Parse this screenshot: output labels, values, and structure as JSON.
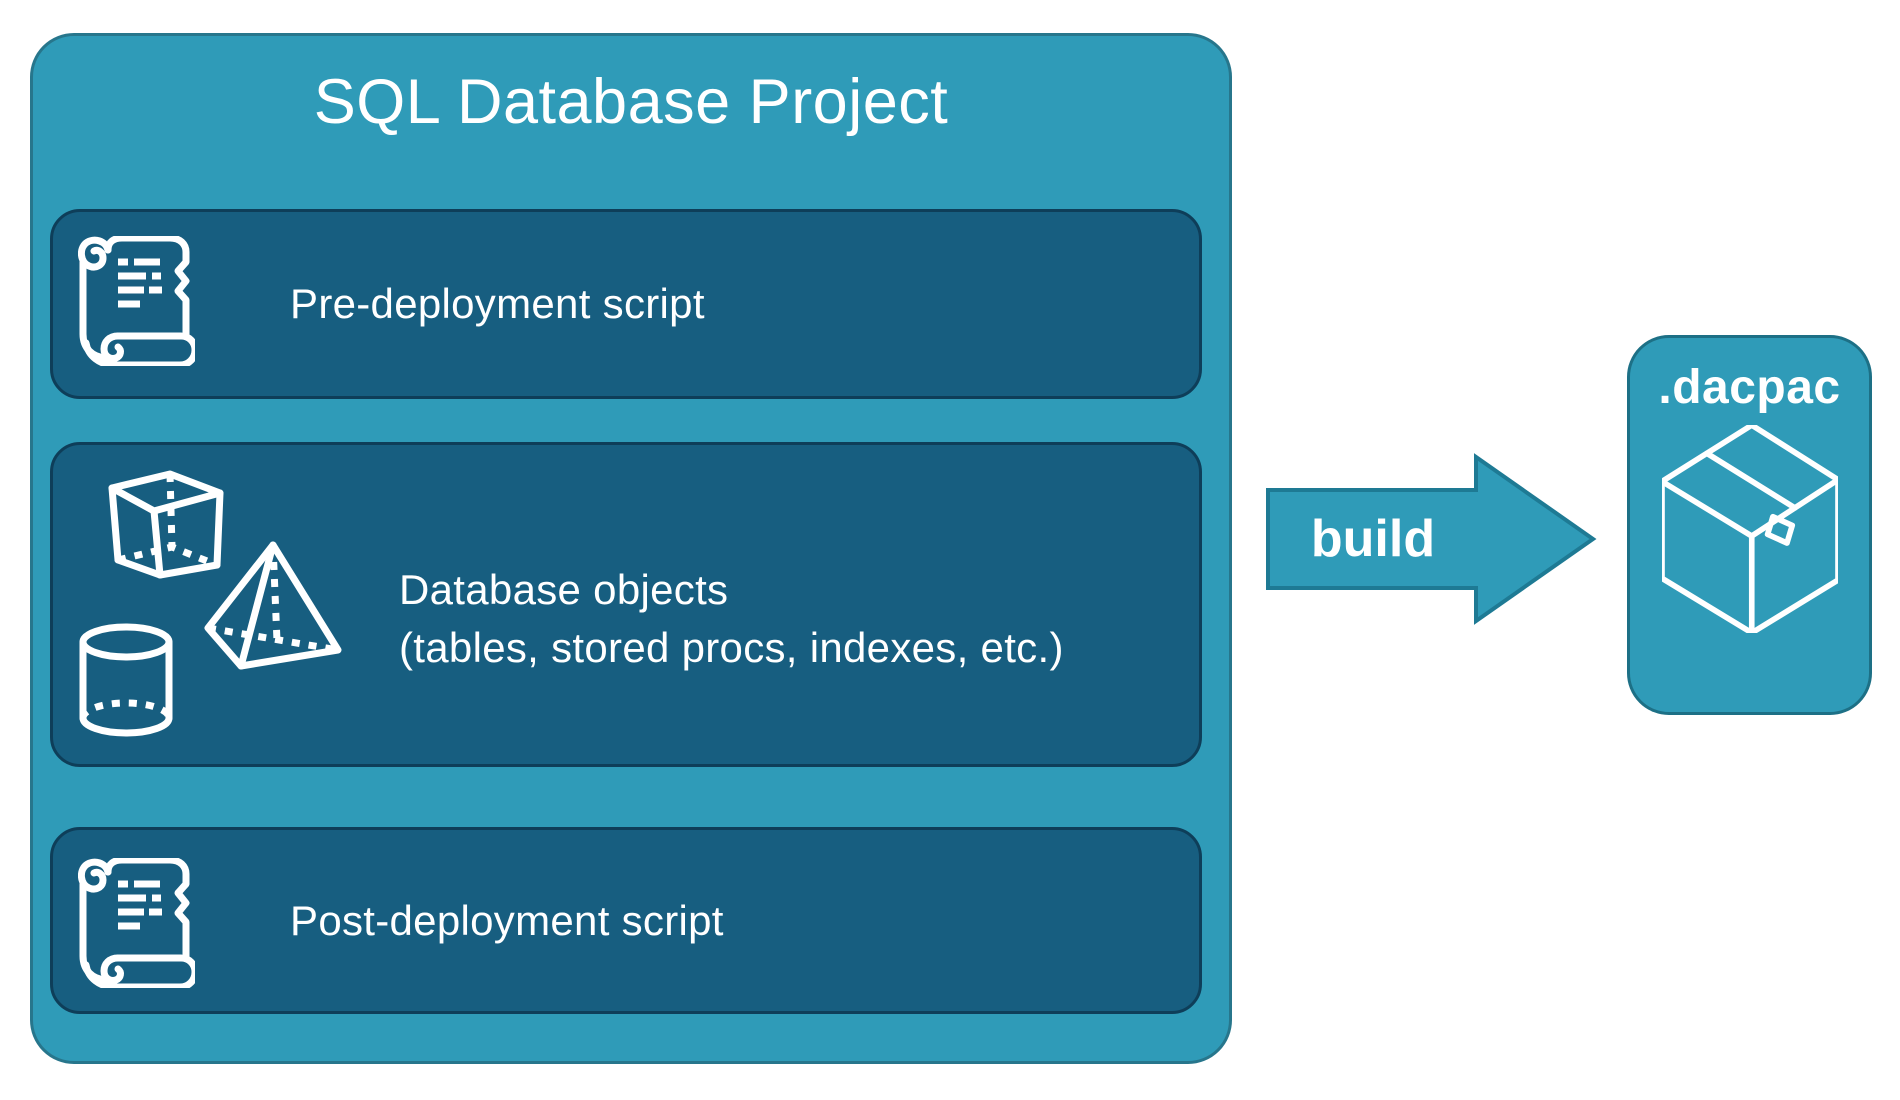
{
  "colors": {
    "canvas_bg": "#FFFFFF",
    "teal_fill": "#2F9BB8",
    "teal_border": "#27768C",
    "panel_fill": "#175E80",
    "panel_border": "#0E3E59",
    "arrow_border": "#1E7A94",
    "text": "#FFFFFF"
  },
  "project": {
    "title": "SQL Database Project",
    "items": [
      {
        "label": "Pre-deployment script",
        "icon": "scroll-icon"
      },
      {
        "label_line1": "Database objects",
        "label_line2": "(tables, stored procs, indexes, etc.)",
        "icons": [
          "cube-icon",
          "pyramid-icon",
          "cylinder-icon"
        ]
      },
      {
        "label": "Post-deployment script",
        "icon": "scroll-icon"
      }
    ]
  },
  "arrow": {
    "label": "build",
    "direction": "right"
  },
  "output": {
    "label": ".dacpac",
    "icon": "package-icon"
  }
}
